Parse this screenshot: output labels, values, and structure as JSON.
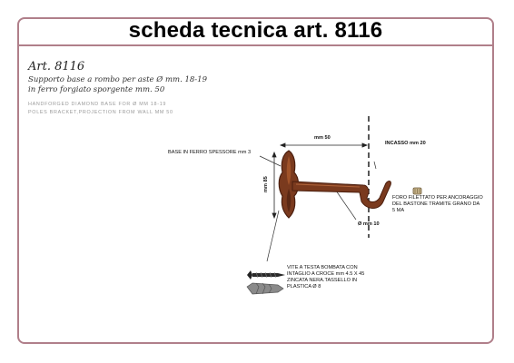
{
  "header": {
    "title": "scheda tecnica art. 8116"
  },
  "article": {
    "code": "Art. 8116",
    "description_it": [
      "Supporto base a rombo per aste Ø mm. 18-19",
      "in ferro forgiato sporgente mm. 50"
    ],
    "description_en": [
      "HANDFORGED DIAMOND BASE FOR Ø MM 18-19",
      "POLES BRACKET,PROJECTION FROM WALL MM 50"
    ]
  },
  "drawing": {
    "base_label": "BASE IN FERRO SPESSORE mm 3",
    "width_label": "mm 50",
    "recess_label": "INCASSO mm 20",
    "height_label": "mm 85",
    "diameter_label": "Ø mm 10",
    "hole_label": [
      "FORO FILETTATO PER ANCORAGGIO",
      "DEL BASTONE TRAMITE GRANO DA",
      "5 MA"
    ],
    "screw_label": [
      "VITE A TESTA BOMBATA CON",
      "INTAGLIO A CROCE mm 4.5 X 45",
      "ZINCATA NERA.TASSELLO IN",
      "PLASTICA Ø 8"
    ]
  },
  "colors": {
    "frame": "#b07f8a",
    "rust": "#7a3a1e",
    "rust_dark": "#4a1e0e"
  }
}
